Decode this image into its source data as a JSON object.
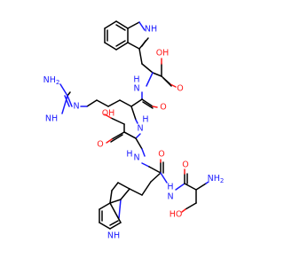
{
  "molecule": {
    "atom_labels": {
      "indole_nh_top": "NH",
      "cooh_oh": "OH",
      "cooh_o": "O",
      "amide_nh_1": "H",
      "amide_nh_1_n": "N",
      "amide_o_1": "O",
      "guanidine_nh2": "NH",
      "guanidine_nh2_sub": "2",
      "guanidine_nh": "NH",
      "guanidine_n": "N",
      "amide_nh_2": "H",
      "amide_nh_2_n": "N",
      "ser_oh": "OH",
      "amide_o_2": "O",
      "amide_nh_3": "H",
      "amide_nh_3_n": "N",
      "amide_o_3": "O",
      "amide_o_4": "O",
      "terminal_nh2": "NH",
      "terminal_nh2_sub": "2",
      "amide_nh_4": "H",
      "amide_nh_4_n": "N",
      "ser_oh_2": "HO",
      "indole_nh_bottom": "NH"
    },
    "colors": {
      "carbon": "#000000",
      "nitrogen": "#1a1aff",
      "oxygen": "#ff1a1a"
    }
  }
}
